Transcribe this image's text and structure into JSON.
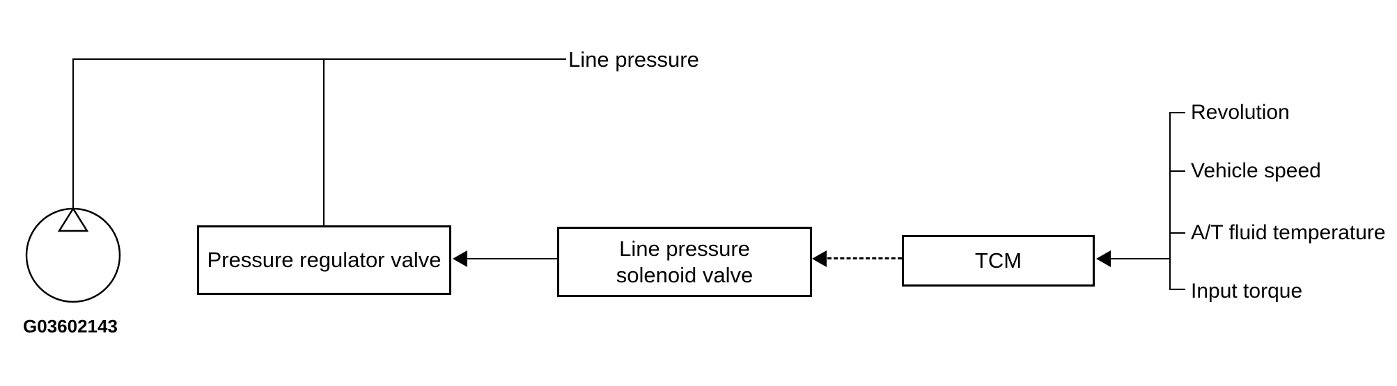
{
  "diagram": {
    "line_pressure_label": "Line pressure",
    "figure_id": "G03602143",
    "boxes": {
      "pressure_regulator_valve": "Pressure regulator valve",
      "line_pressure_solenoid_valve": "Line pressure\nsolenoid valve",
      "tcm": "TCM"
    },
    "tcm_inputs": [
      "Revolution",
      "Vehicle speed",
      "A/T fluid temperature",
      "Input torque"
    ],
    "connections": [
      {
        "from": "tcm_inputs_bus",
        "to": "tcm",
        "style": "solid-arrow"
      },
      {
        "from": "tcm",
        "to": "line_pressure_solenoid_valve",
        "style": "dashed-arrow"
      },
      {
        "from": "line_pressure_solenoid_valve",
        "to": "pressure_regulator_valve",
        "style": "solid-arrow"
      },
      {
        "from": "line_pressure",
        "to": "pressure_regulator_valve",
        "style": "line"
      },
      {
        "from": "line_pressure",
        "to": "oil_pump",
        "style": "line"
      }
    ],
    "colors": {
      "ink": "#000000",
      "background": "#ffffff"
    }
  }
}
